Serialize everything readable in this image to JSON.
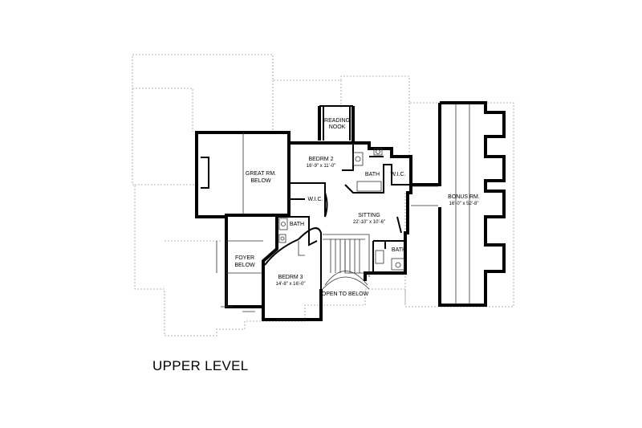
{
  "title": "UPPER LEVEL",
  "rooms": {
    "reading_nook": [
      "READING",
      "NOOK"
    ],
    "bedroom2": {
      "name": "BEDRM 2",
      "size": "16'-9\" x 11'-0\""
    },
    "great_room_below": [
      "GREAT RM.",
      "BELOW"
    ],
    "bath_upper": "BATH",
    "wic_upper": "W.I.C.",
    "wic_mid": "W.I.C.",
    "bath_left": "BATH",
    "sitting": {
      "name": "SITTING",
      "size": "22'-10\" x 10'-6\""
    },
    "bonus_room": {
      "name": "BONUS RM.",
      "size": "16'-0\" x 52'-8\""
    },
    "foyer_below": [
      "FOYER",
      "BELOW"
    ],
    "bath_right": "BATH",
    "bedroom3": {
      "name": "BEDRM 3",
      "size": "14'-8\" x 16'-0\""
    },
    "open_to_below": "OPEN TO BELOW"
  }
}
